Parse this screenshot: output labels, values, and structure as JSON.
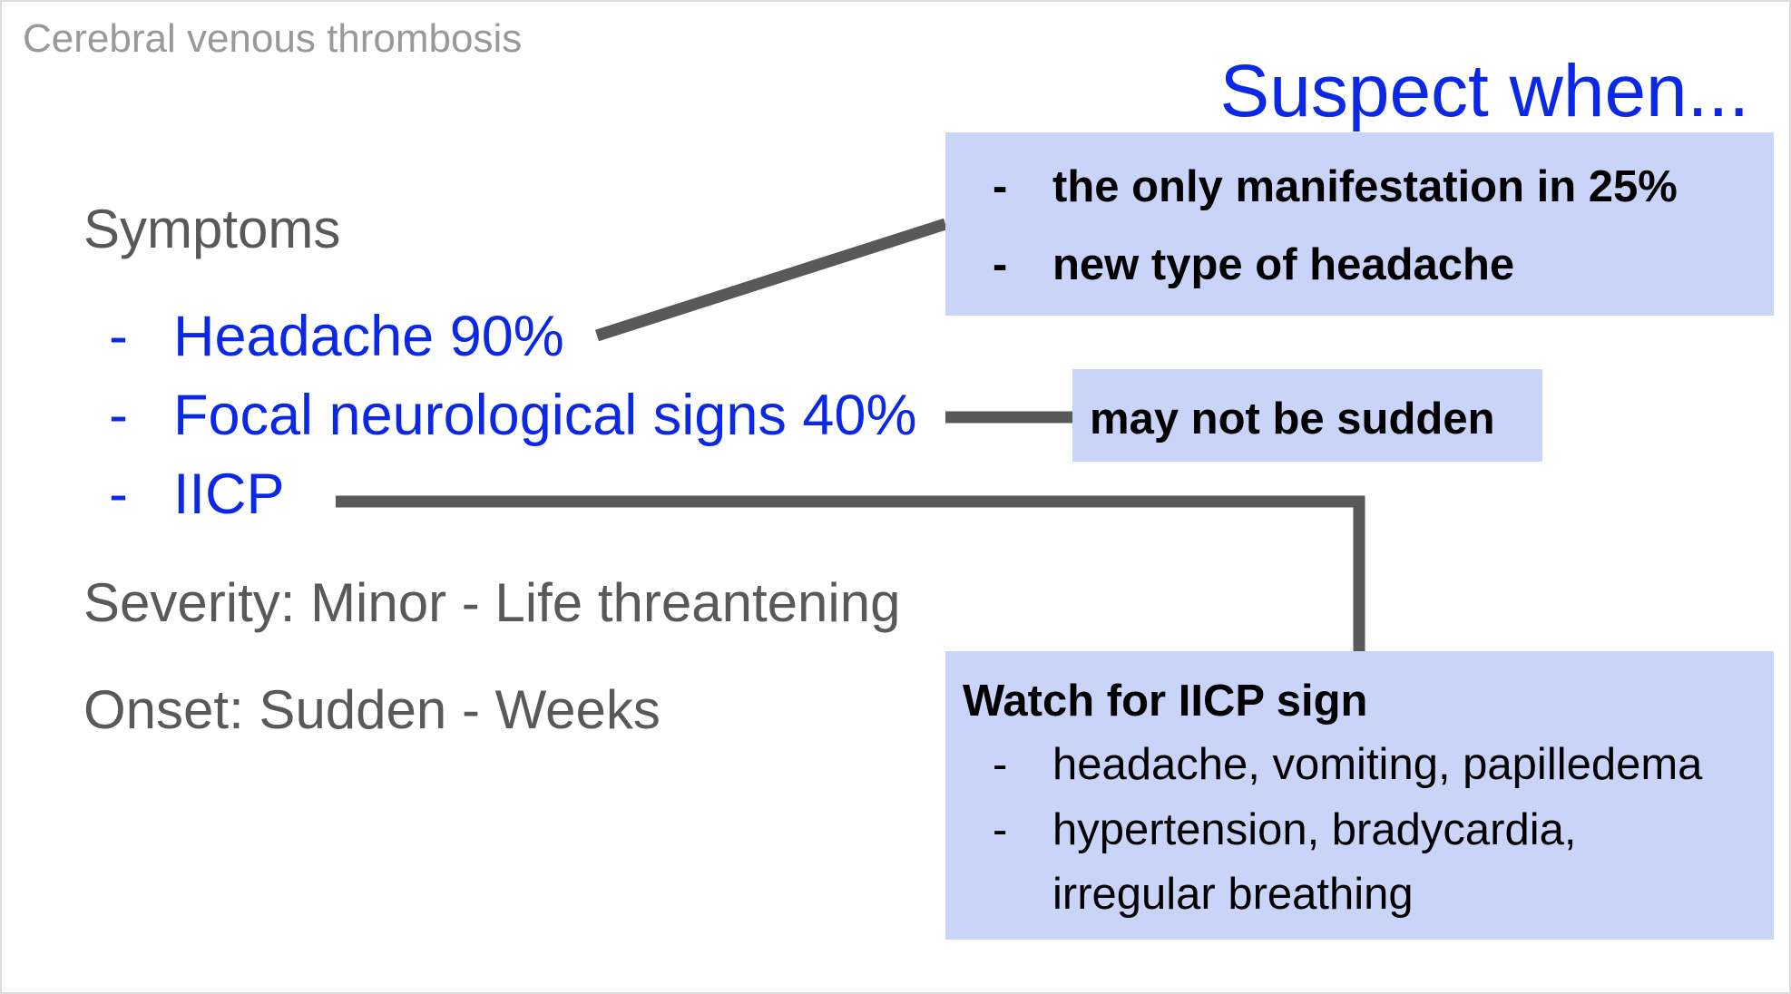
{
  "header": {
    "small_title": "Cerebral venous thrombosis",
    "suspect_title": "Suspect when..."
  },
  "left": {
    "symptoms_heading": "Symptoms",
    "bullet": "-",
    "symptoms": [
      "Headache 90%",
      "Focal neurological signs 40%",
      "IICP"
    ],
    "severity": "Severity: Minor - Life threantening",
    "onset": "Onset: Sudden - Weeks"
  },
  "callouts": {
    "headache_box": {
      "items": [
        "the only manifestation in 25%",
        "new type of headache"
      ]
    },
    "focal_box": {
      "text": "may not be sudden"
    },
    "iicp_box": {
      "heading": "Watch for IICP sign",
      "items": [
        "headache, vomiting, papilledema",
        "hypertension, bradycardia,",
        "irregular breathing"
      ]
    }
  },
  "colors": {
    "accent_blue": "#0a28e6",
    "box_fill": "#c9d4f8",
    "connector": "#595959",
    "body_gray": "#595959"
  }
}
